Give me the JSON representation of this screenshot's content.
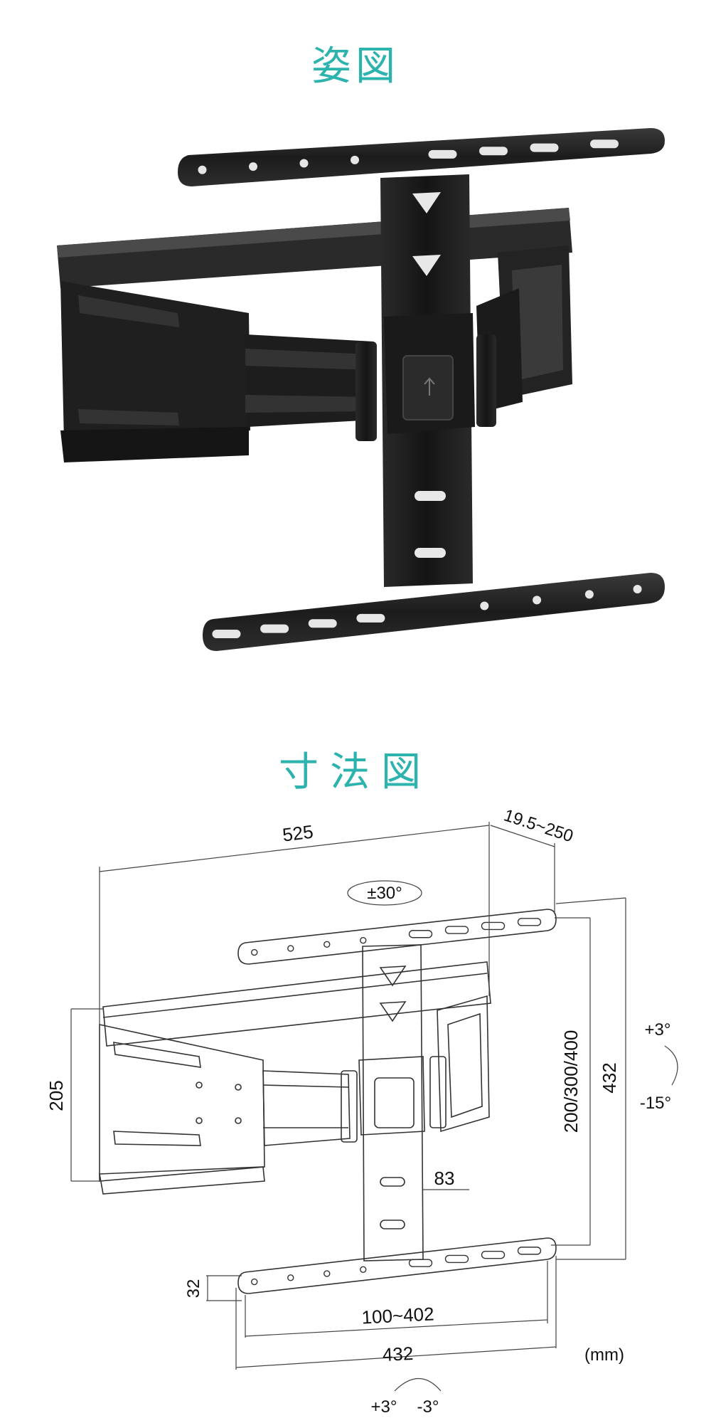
{
  "page": {
    "section_photo_title": "姿図",
    "section_dims_title": "寸法図"
  },
  "colors": {
    "accent": "#2db3ae",
    "metal": "#222222",
    "line": "#333333"
  },
  "dimensions": {
    "width_total": "525",
    "depth_range": "19.5~250",
    "swivel": "±30°",
    "height_side": "205",
    "vesa_vertical": "200/300/400",
    "plate_height": "432",
    "tilt_up": "+3°",
    "tilt_down": "-15°",
    "upright_width": "83",
    "rail_thickness": "32",
    "vesa_horizontal": "100~402",
    "plate_width": "432",
    "unit": "(mm)",
    "level_plus": "+3°",
    "level_minus": "-3°"
  }
}
